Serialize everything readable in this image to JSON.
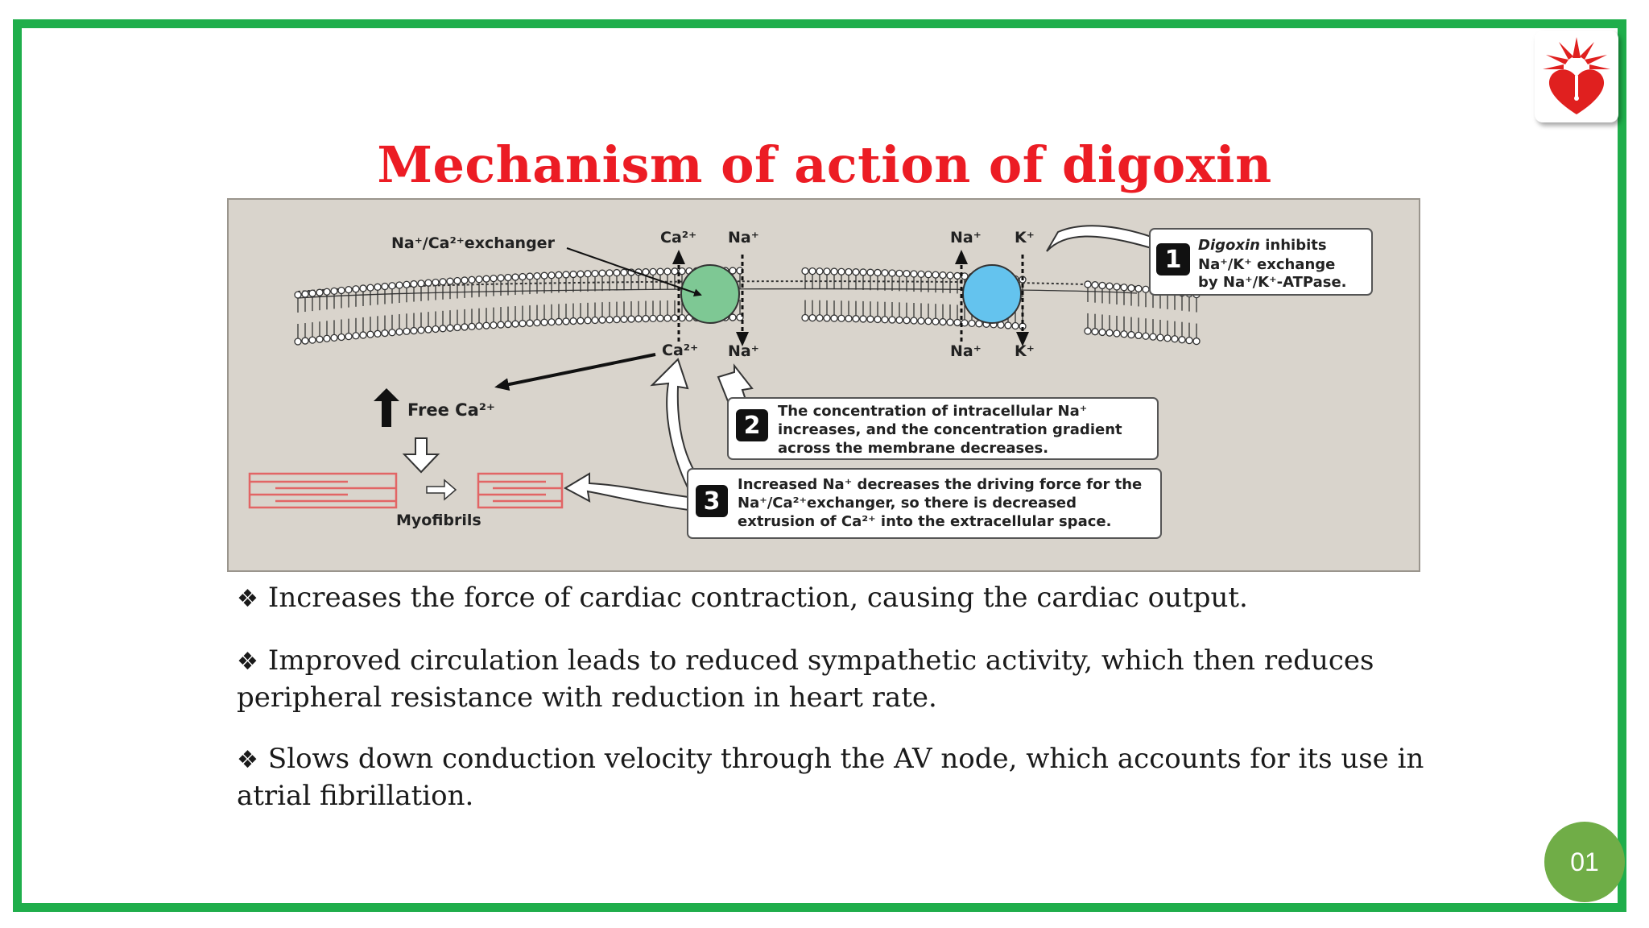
{
  "slide": {
    "title": "Mechanism of action of digoxin",
    "page_number": "01"
  },
  "diagram": {
    "labels": {
      "exchanger": "Na⁺/Ca²⁺exchanger",
      "ca_top": "Ca²⁺",
      "na_top_left": "Na⁺",
      "na_top_right": "Na⁺",
      "k_top": "K⁺",
      "ca_bottom": "Ca²⁺",
      "na_bottom_left": "Na⁺",
      "na_bottom_right": "Na⁺",
      "k_bottom": "K⁺",
      "free_ca": "Free Ca²⁺",
      "myofibrils": "Myofibrils"
    },
    "callouts": [
      {
        "number": "1",
        "line1_italic": "Digoxin",
        "line1_rest": " inhibits",
        "line2": "Na⁺/K⁺ exchange",
        "line3": "by Na⁺/K⁺-ATPase."
      },
      {
        "number": "2",
        "line1": "The concentration of intracellular Na⁺",
        "line2": "increases, and the concentration gradient",
        "line3": "across the membrane decreases."
      },
      {
        "number": "3",
        "line1": "Increased Na⁺ decreases the driving force for the",
        "line2": "Na⁺/Ca²⁺exchanger, so there is decreased",
        "line3": "extrusion of Ca²⁺ into the extracellular space."
      }
    ],
    "colors": {
      "background": "#d9d4cc",
      "exchanger_circle": "#7ec894",
      "pump_circle": "#64c3ee",
      "myofibril": "#e26565"
    }
  },
  "bullets": [
    {
      "marker": "❖",
      "text": "Increases the force of cardiac contraction, causing the cardiac output."
    },
    {
      "marker": "❖",
      "text": "Improved circulation leads to reduced sympathetic activity, which then reduces peripheral resistance with reduction in heart rate."
    },
    {
      "marker": "❖",
      "text": "Slows down conduction velocity through the AV node, which accounts for its use in atrial fibrillation."
    }
  ],
  "theme": {
    "frame_color": "#1fae4b",
    "title_color": "#ec1c24",
    "page_badge_color": "#70ad47"
  }
}
